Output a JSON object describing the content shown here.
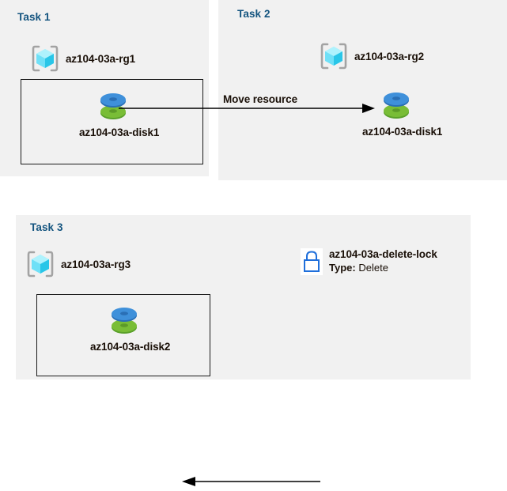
{
  "diagram": {
    "title": "Azure resource management tasks diagram",
    "colors": {
      "panel_background": "#f1f1f1",
      "page_background": "#ffffff",
      "task_heading": "#13547f",
      "text": "#1a1008",
      "box_border": "#1a1a1a",
      "disk_blue": "#3c8fd8",
      "disk_green": "#72b42d",
      "cube_cyan": "#77e2f7",
      "bracket_gray": "#a3a3a3",
      "lock_blue": "#1f6fdb"
    }
  },
  "tasks": [
    {
      "id": "task1",
      "title": "Task 1",
      "resource_group": {
        "label": "az104-03a-rg1",
        "icon": "resource-group-icon"
      },
      "resources": [
        {
          "label": "az104-03a-disk1",
          "icon": "managed-disk-icon"
        }
      ]
    },
    {
      "id": "task2",
      "title": "Task 2",
      "resource_group": {
        "label": "az104-03a-rg2",
        "icon": "resource-group-icon"
      },
      "resources": [
        {
          "label": "az104-03a-disk1",
          "icon": "managed-disk-icon"
        }
      ]
    },
    {
      "id": "task3",
      "title": "Task 3",
      "resource_group": {
        "label": "az104-03a-rg3",
        "icon": "resource-group-icon"
      },
      "resources": [
        {
          "label": "az104-03a-disk2",
          "icon": "managed-disk-icon"
        }
      ],
      "lock": {
        "icon": "lock-icon",
        "name": "az104-03a-delete-lock",
        "type_key": "Type:",
        "type_value": "Delete"
      }
    }
  ],
  "connectors": [
    {
      "id": "move-resource",
      "label": "Move resource",
      "from": "az104-03a-disk1",
      "to": "az104-03a-rg2",
      "direction": "right"
    },
    {
      "id": "lock-applies-to",
      "label": "",
      "from": "az104-03a-delete-lock",
      "to": "az104-03a-rg3",
      "direction": "left"
    }
  ]
}
